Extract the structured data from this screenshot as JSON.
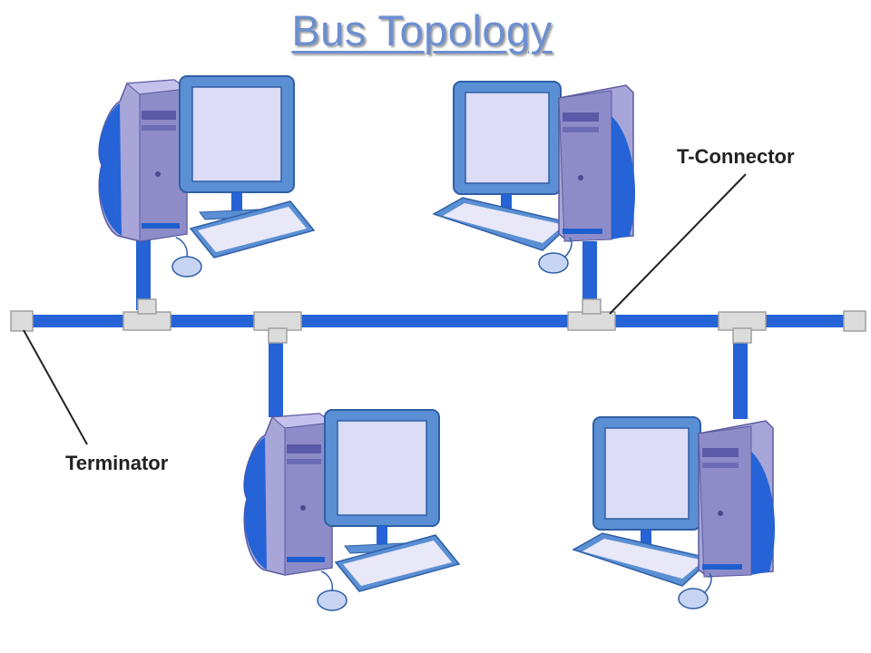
{
  "title": "Bus Topology",
  "labels": {
    "t_connector": "T-Connector",
    "terminator": "Terminator"
  },
  "colors": {
    "title": "#6d8fcf",
    "cable": "#2563d6",
    "connector": "#dcdcdc",
    "case": "#a8a6d8",
    "case_dark": "#7f7db8",
    "monitor_frame": "#5b8fd4",
    "screen": "#dcdcf7",
    "accent": "#1e5fd0"
  },
  "nodes": [
    {
      "id": "computer-top-left"
    },
    {
      "id": "computer-top-right"
    },
    {
      "id": "computer-bottom-left"
    },
    {
      "id": "computer-bottom-right"
    }
  ]
}
